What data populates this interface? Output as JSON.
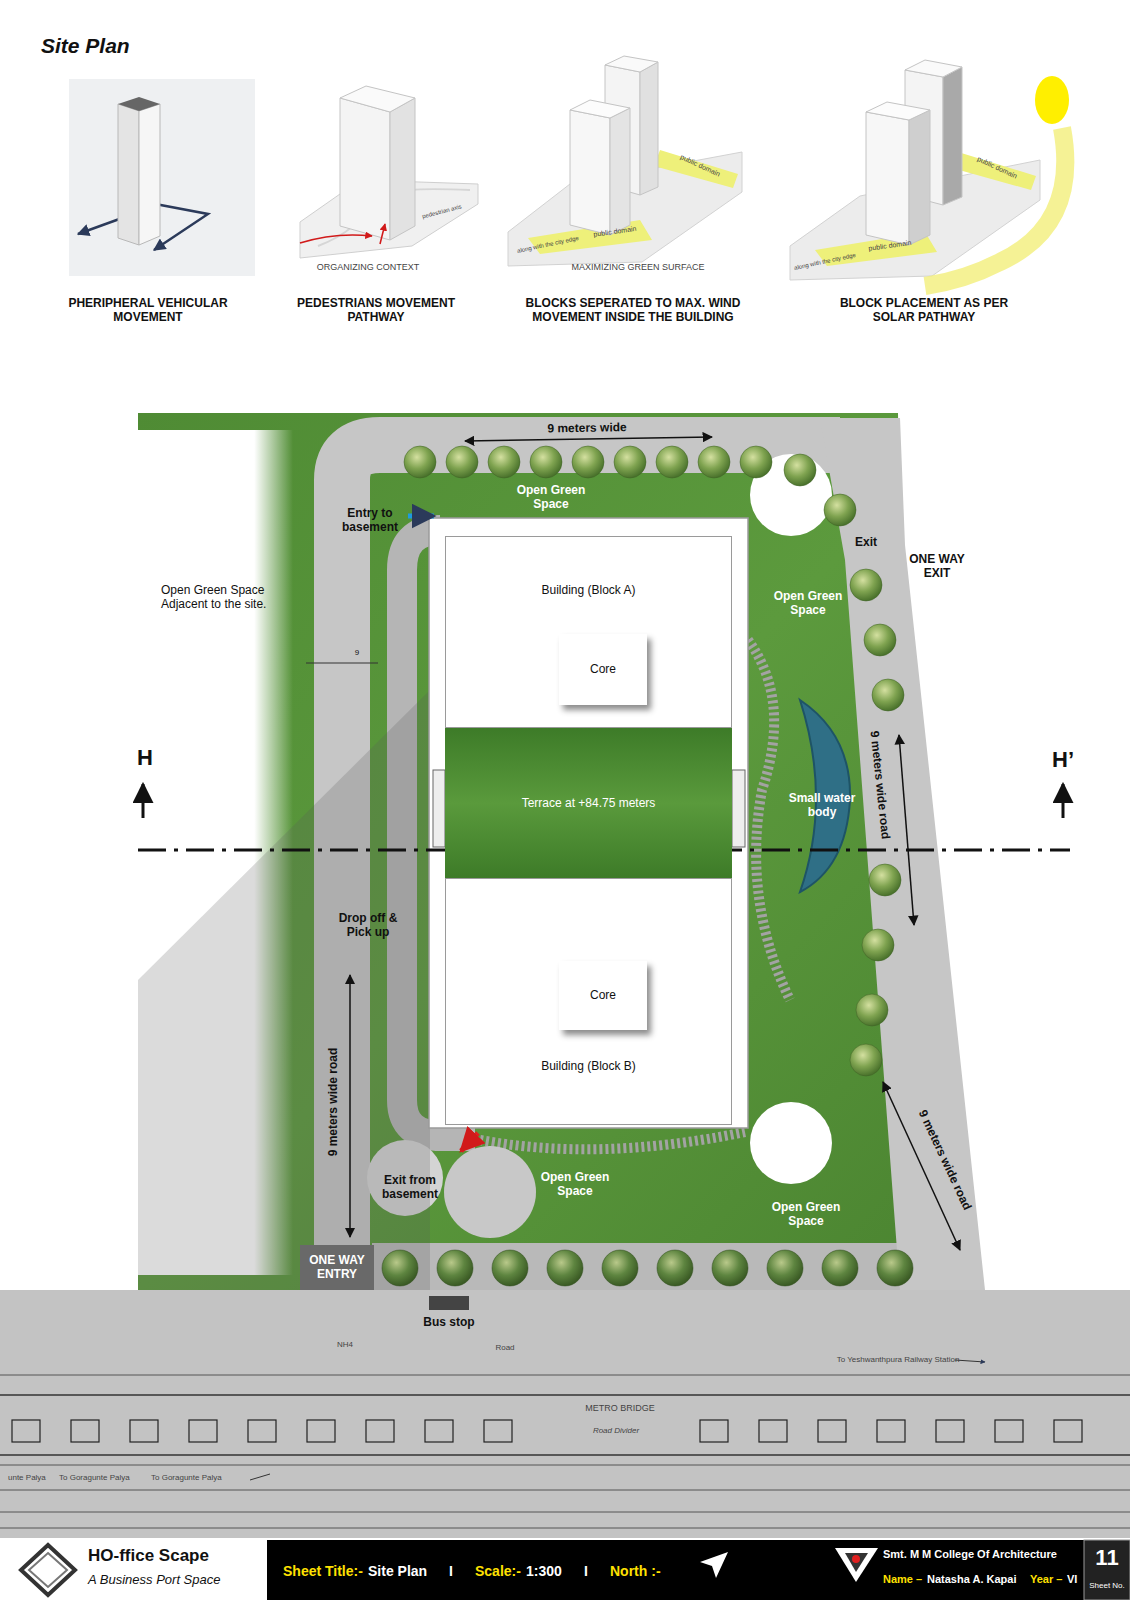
{
  "diagram": {
    "title": "Site Plan",
    "nodes": [
      {
        "text": [
          "Building (Block A)"
        ]
      },
      {
        "text": [
          "Core"
        ],
        "in": 0
      },
      {
        "text": [
          "Terrace at +84.75 meters"
        ]
      },
      {
        "text": [
          "Building (Block B)"
        ]
      },
      {
        "text": [
          "Core"
        ],
        "in": 3
      }
    ],
    "labels": [
      "PHERIPHERAL VEHICULAR MOVEMENT",
      "PEDESTRIANS MOVEMENT PATHWAY",
      "BLOCKS SEPERATED TO MAX. WIND MOVEMENT INSIDE THE BUILDING",
      "BLOCK PLACEMENT AS PER SOLAR PATHWAY",
      "ORGANIZING CONTEXT",
      "MAXIMIZING GREEN SURFACE",
      "pedestrian axis",
      "public domain",
      "public domain",
      "along with the city edge",
      "public domain",
      "public domain",
      "along with the city edge",
      "9 meters wide",
      "Open Green Space",
      "Entry to basement",
      "Exit",
      "ONE WAY EXIT",
      "Open Green Space",
      "Open Green Space Adjacent to the site.",
      "9",
      "H",
      "H’",
      "Small water body",
      "9 meters wide road",
      "Drop off & Pick up",
      "9 meters wide road",
      "Exit from basement",
      "Open Green Space",
      "Open Green Space",
      "9 meters wide road",
      "ONE WAY ENTRY",
      "Bus stop",
      "NH4",
      "Road",
      "To Yeshwanthpura Railway Station",
      "METRO BRIDGE",
      "Road Divider",
      "unte Palya",
      "To Goragunte Palya",
      "To Goragunte Palya",
      "HO-ffice Scape",
      "A Business Port Space",
      "Sheet Title:-",
      "Site Plan",
      "I",
      "Scale:-",
      "1:300",
      "I",
      "North :-",
      "Smt. M M College Of Architecture",
      "Name –",
      "Natasha A. Kapai",
      "Year –",
      "VI",
      "11",
      "Sheet No."
    ]
  }
}
